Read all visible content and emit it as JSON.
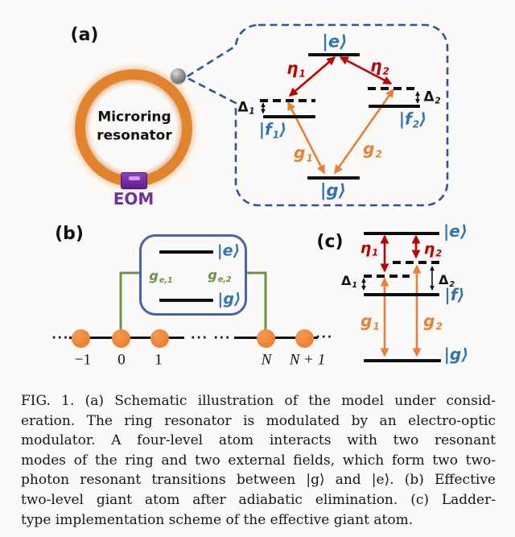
{
  "figure": {
    "panel_a": {
      "label": "(a)",
      "ring_line1": "Microring",
      "ring_line2": "resonator",
      "eom": "EOM",
      "state_e": "|e⟩",
      "state_g": "|g⟩",
      "state_f1": {
        "base": "|f",
        "sub": "1",
        "ket": "⟩"
      },
      "state_f2": {
        "base": "|f",
        "sub": "2",
        "ket": "⟩"
      },
      "eta1": {
        "base": "η",
        "sub": "1"
      },
      "eta2": {
        "base": "η",
        "sub": "2"
      },
      "g1": {
        "base": "g",
        "sub": "1"
      },
      "g2": {
        "base": "g",
        "sub": "2"
      },
      "delta1": {
        "base": "Δ",
        "sub": "1"
      },
      "delta2": {
        "base": "Δ",
        "sub": "2"
      }
    },
    "panel_b": {
      "label": "(b)",
      "state_e": "|e⟩",
      "state_g": "|g⟩",
      "ge1": {
        "base": "g",
        "sub": "e,1"
      },
      "ge2": {
        "base": "g",
        "sub": "e,2"
      },
      "sites": [
        "−1",
        "0",
        "1",
        "N",
        "N + 1"
      ],
      "dots_left": "···",
      "dots_mid": "··· ···",
      "dots_right": "···"
    },
    "panel_c": {
      "label": "(c)",
      "state_e": "|e⟩",
      "state_f": "|f⟩",
      "state_g": "|g⟩",
      "eta1": {
        "base": "η",
        "sub": "1"
      },
      "eta2": {
        "base": "η",
        "sub": "2"
      },
      "g1": {
        "base": "g",
        "sub": "1"
      },
      "g2": {
        "base": "g",
        "sub": "2"
      },
      "delta1": {
        "base": "Δ",
        "sub": "1"
      },
      "delta2": {
        "base": "Δ",
        "sub": "2"
      }
    },
    "caption": {
      "lines": [
        "FIG. 1. (a) Schematic illustration of the model under consid-",
        "eration. The ring resonator is modulated by an electro-optic",
        "modulator.  A four-level atom interacts with two resonant",
        "modes of the ring and two external fields, which form two two-",
        "photon resonant transitions between |g⟩ and |e⟩. (b) Effective",
        "two-level giant atom after adiabatic elimination. (c) Ladder-",
        "type implementation scheme of the effective giant atom."
      ]
    },
    "colors": {
      "state_blue": "#2E74B5",
      "drive_red": "#C00000",
      "coupling_orange": "#ED7D31",
      "coupling_green": "#6C9142",
      "ring_orange": "#E2832E",
      "eom_purple": "#7030A0",
      "dashed_box_blue": "#2F5496",
      "solid_box_blue": "#4663AC",
      "site_orange": "#ED7D31"
    }
  }
}
